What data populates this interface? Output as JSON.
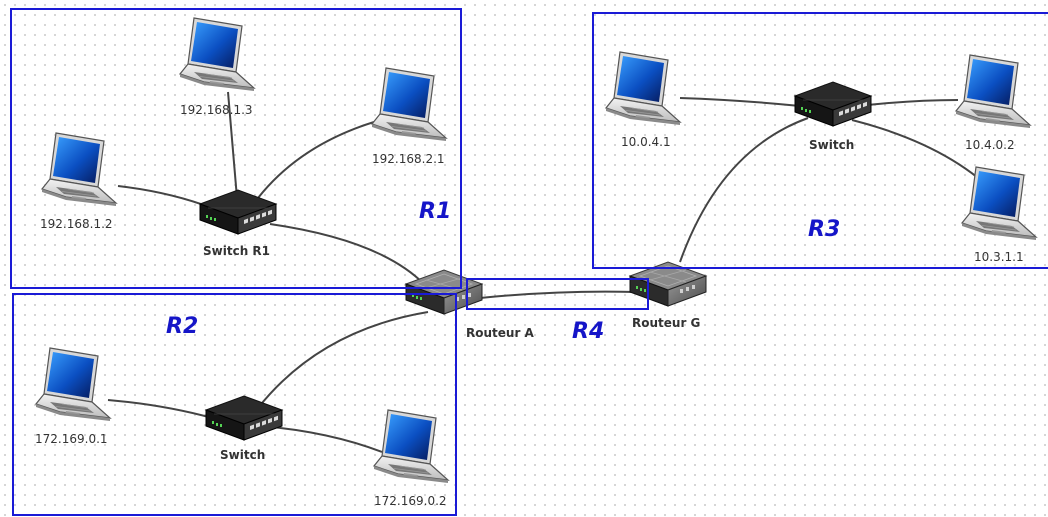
{
  "zones": [
    {
      "id": "r1",
      "label": "R1"
    },
    {
      "id": "r2",
      "label": "R2"
    },
    {
      "id": "r3",
      "label": "R3"
    },
    {
      "id": "r4",
      "label": "R4"
    }
  ],
  "devices": {
    "pc_192_168_1_3": "192.168.1.3",
    "pc_192_168_2_1": "192.168.2.1",
    "pc_192_168_1_2": "192.168.1.2",
    "switch_r1": "Switch R1",
    "pc_172_169_0_1": "172.169.0.1",
    "switch_r2": "Switch",
    "pc_172_169_0_2": "172.169.0.2",
    "routeur_a": "Routeur A",
    "routeur_g": "Routeur G",
    "pc_10_0_4_1": "10.0.4.1",
    "switch_r3": "Switch",
    "pc_10_4_0_2": "10.4.0.2",
    "pc_10_3_1_1": "10.3.1.1"
  }
}
